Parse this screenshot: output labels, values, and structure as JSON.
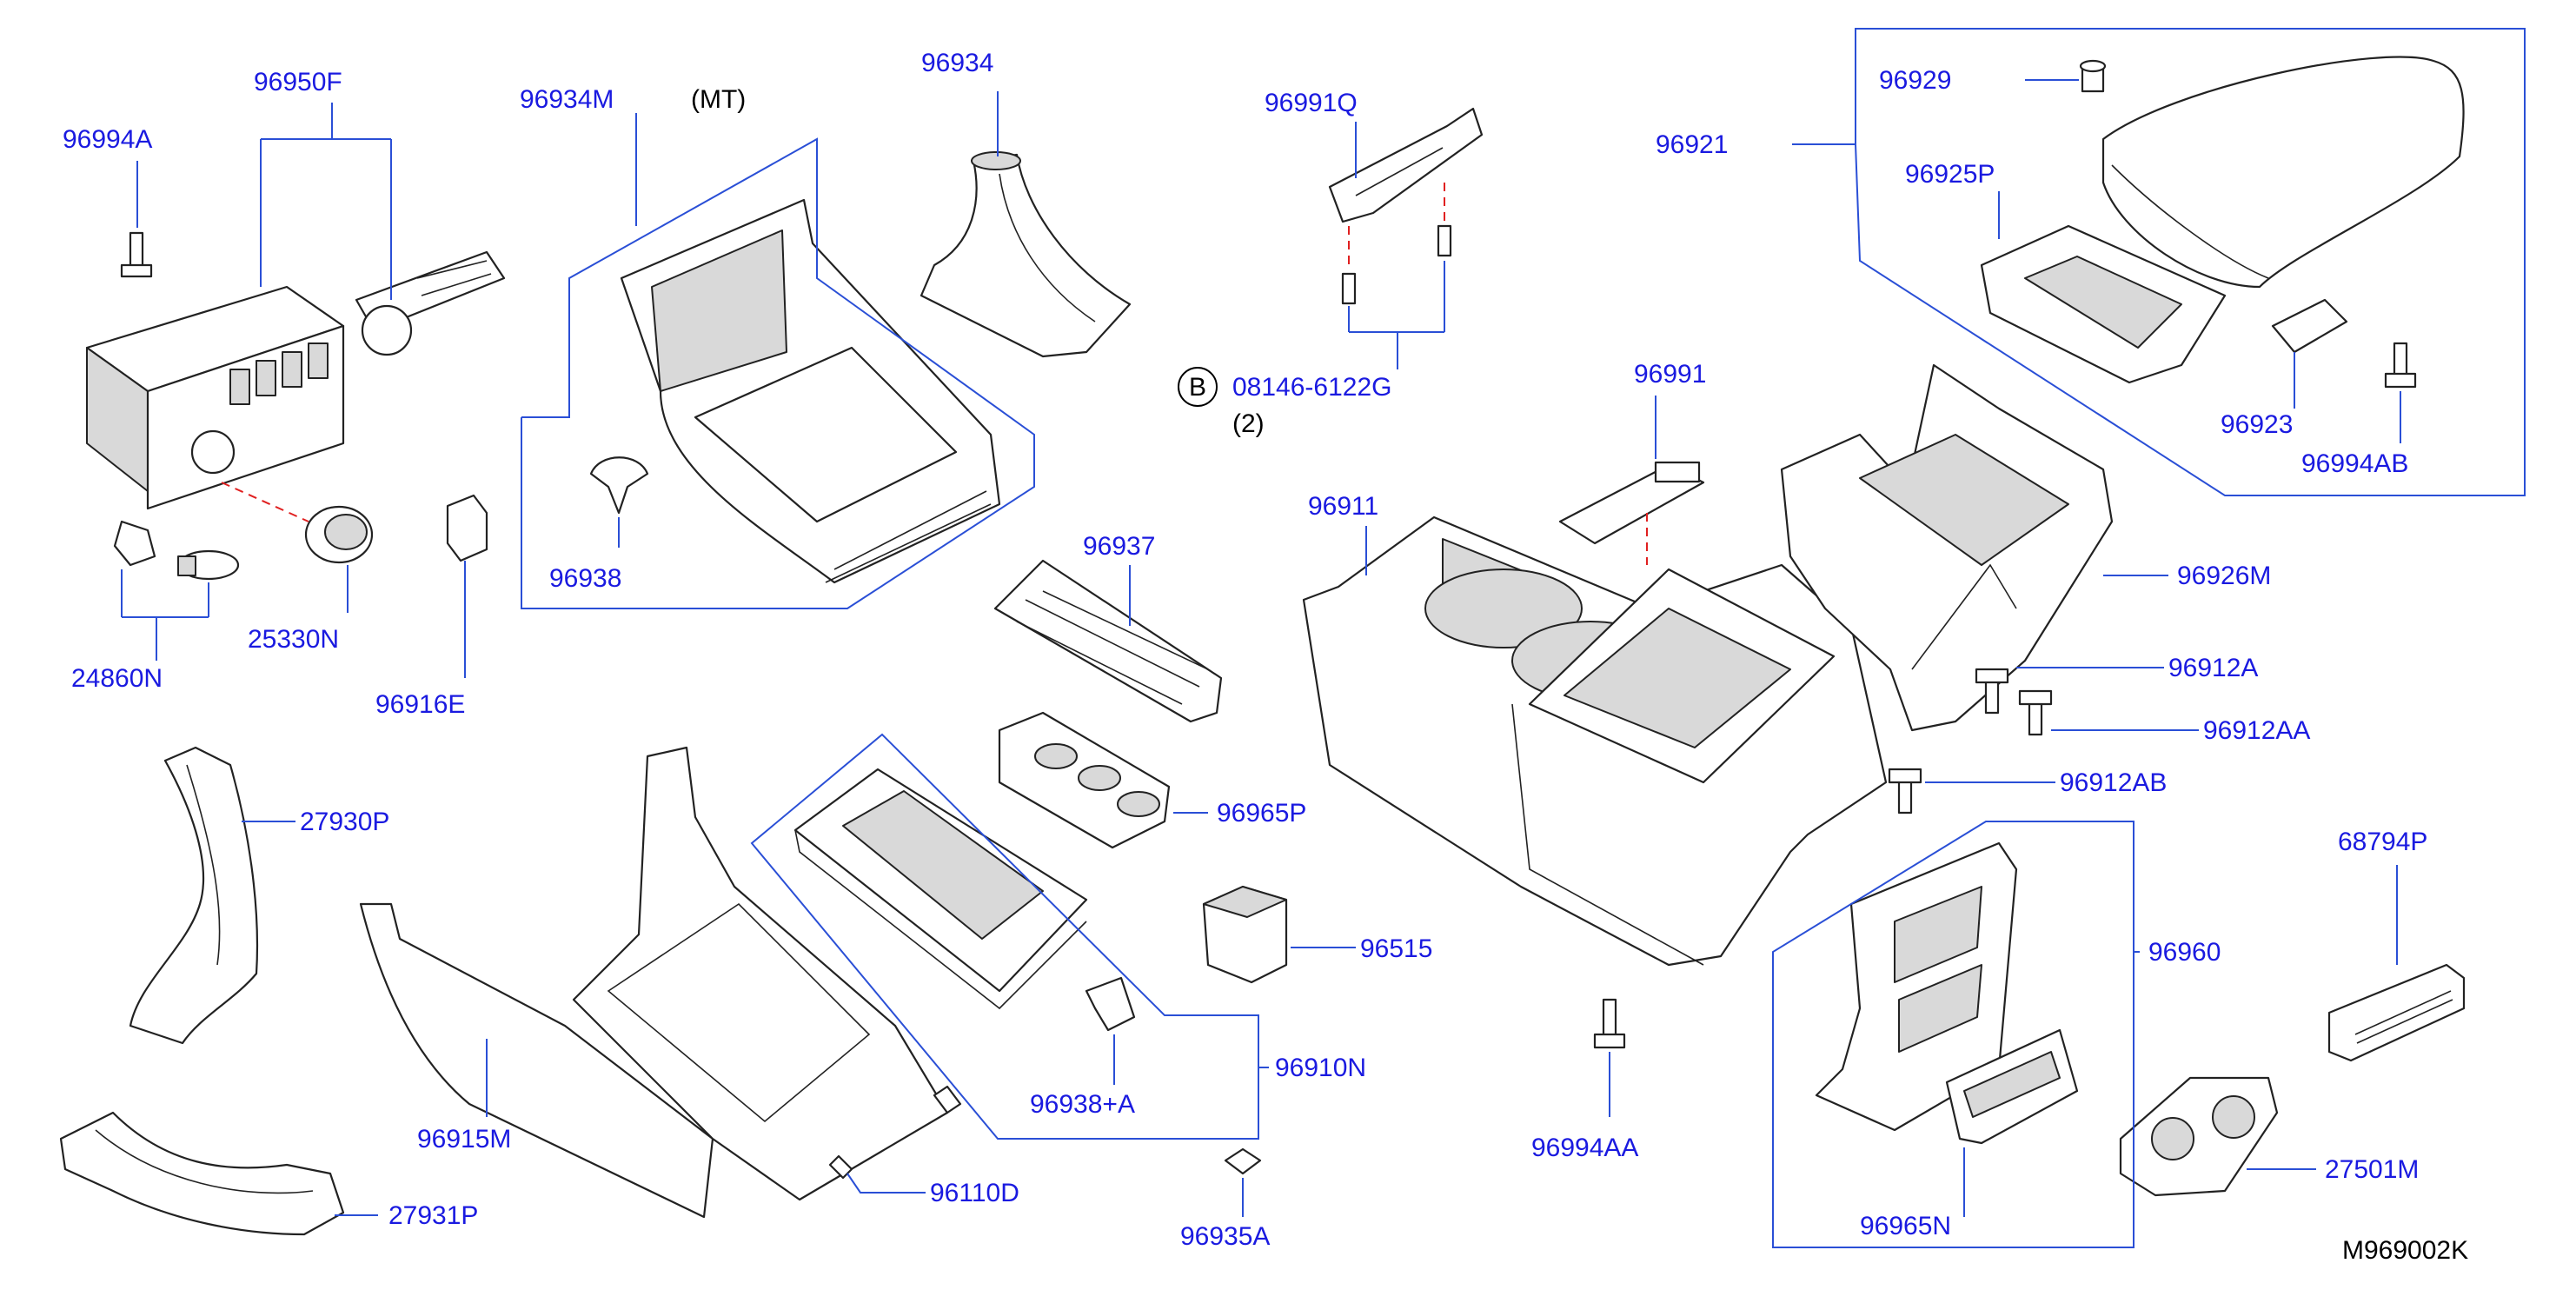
{
  "diagram_code": "M969002K",
  "variant_note": "(MT)",
  "bolt_marker": "B",
  "bolt_part": "08146-6122G",
  "bolt_qty": "(2)",
  "labels": {
    "p96994A": "96994A",
    "p96950F": "96950F",
    "p24860N": "24860N",
    "p25330N": "25330N",
    "p96916E": "96916E",
    "p96934M": "96934M",
    "p96938": "96938",
    "p96934": "96934",
    "p96937": "96937",
    "p96965P": "96965P",
    "p96515": "96515",
    "p96910N": "96910N",
    "p96938A": "96938+A",
    "p96935A": "96935A",
    "p96110D": "96110D",
    "p96915M": "96915M",
    "p27930P": "27930P",
    "p27931P": "27931P",
    "p96991Q": "96991Q",
    "p96991": "96991",
    "p96911": "96911",
    "p96994AA": "96994AA",
    "p96921": "96921",
    "p96929": "96929",
    "p96925P": "96925P",
    "p96923": "96923",
    "p96994AB": "96994AB",
    "p96926M": "96926M",
    "p96912A": "96912A",
    "p96912AA": "96912AA",
    "p96912AB": "96912AB",
    "p96960": "96960",
    "p96965N": "96965N",
    "p68794P": "68794P",
    "p27501M": "27501M"
  }
}
